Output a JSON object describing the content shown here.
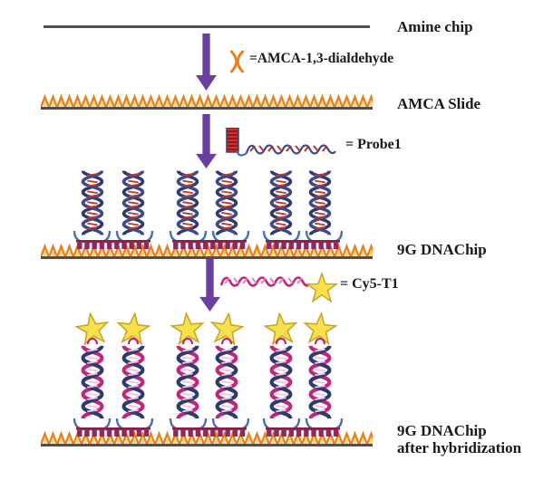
{
  "figure": {
    "type": "process-diagram",
    "labels": {
      "amine_chip": "Amine chip",
      "amca_slide": "AMCA Slide",
      "dna_chip": "9G DNAChip",
      "dna_chip_after_line1": "9G DNAChip",
      "dna_chip_after_line2": "after hybridization"
    },
    "legend": {
      "amca": "=AMCA-1,3-dialdehyde",
      "probe1": "= Probe1",
      "cy5_t1": "= Cy5-T1"
    },
    "icons": {
      "arrow": "down-arrow",
      "amca": "amca-dialdehyde-icon",
      "probe1": "probe1-strand-icon",
      "cy5": "cy5-strand-icon",
      "star": "cy5-star-icon"
    },
    "colors": {
      "arrow_purple": "#6B3FA0",
      "amca_orange": "#E8821E",
      "orange_inner": "#F8CF6A",
      "star_yellow": "#F6E14B",
      "star_outline": "#C9A227",
      "helix_navy": "#2E3A70",
      "helix_magenta": "#C2267A",
      "rung_red": "#C0392B",
      "comb_maroon": "#8C1F3F",
      "base_blue": "#4A6FB5",
      "baseline_gray": "#4F4F4F",
      "text": "#1A1A1A"
    }
  }
}
